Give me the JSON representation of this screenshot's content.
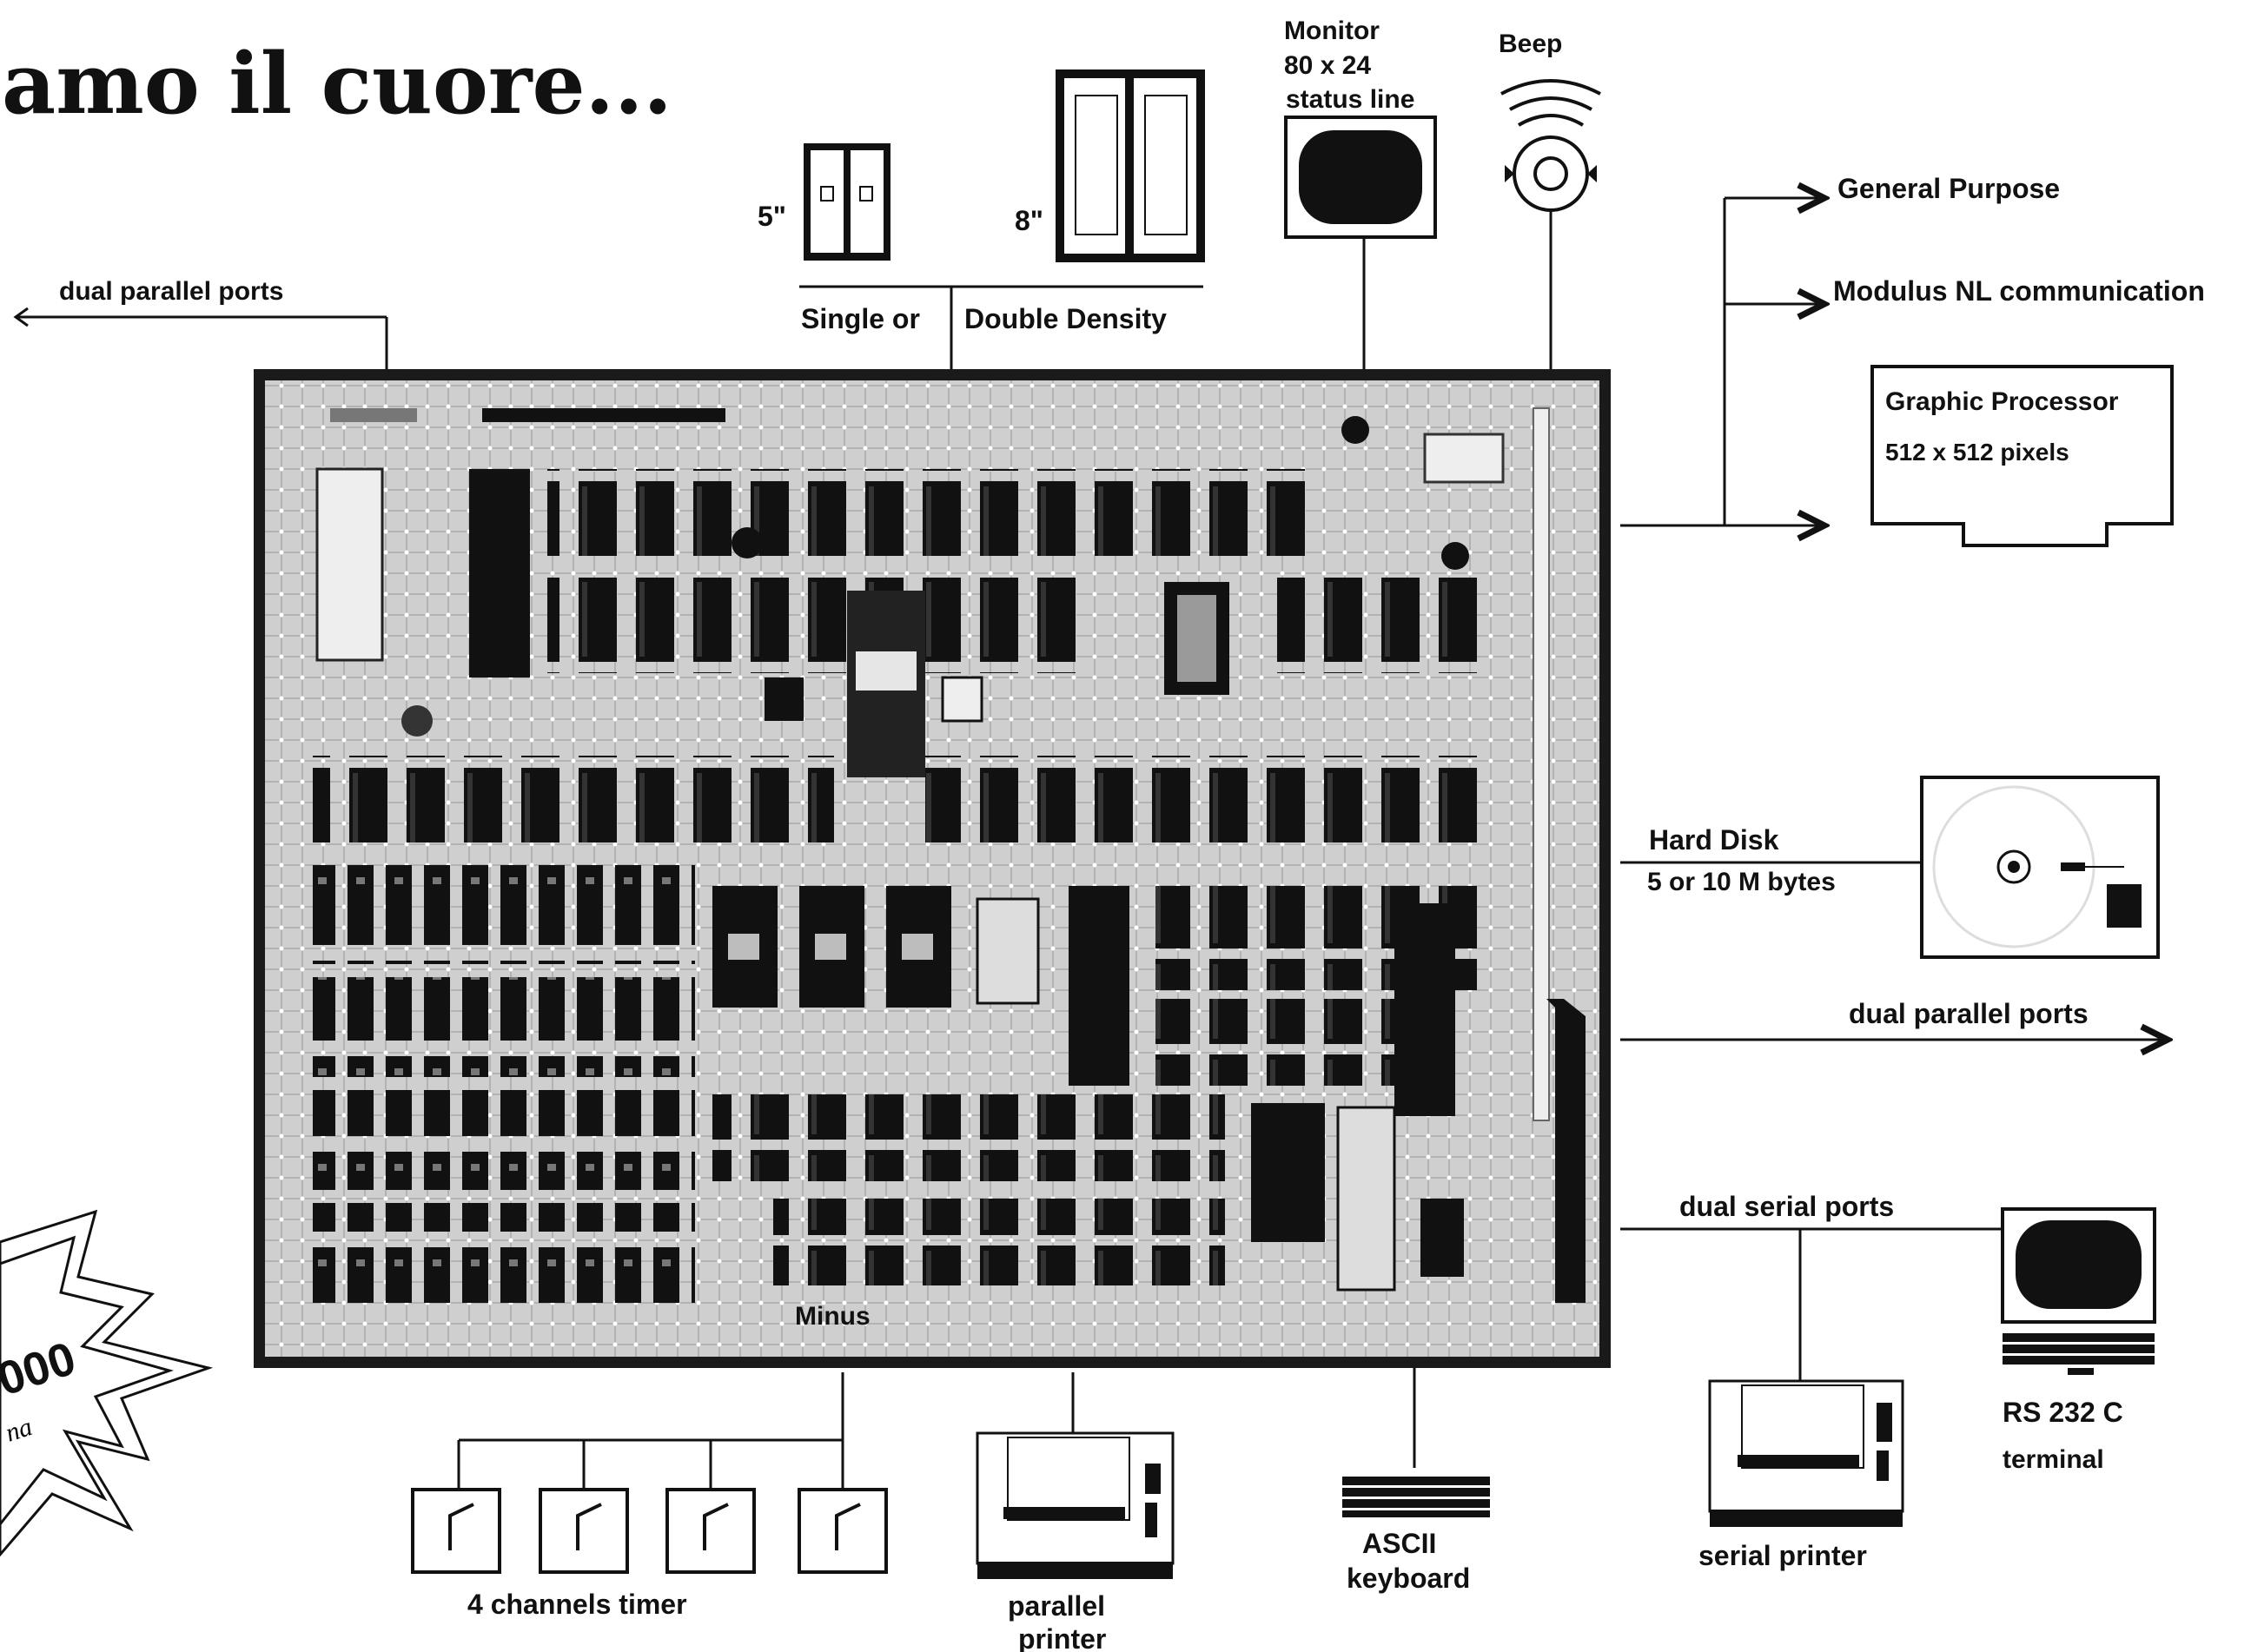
{
  "headline": "amo il cuore...",
  "badge": {
    "number": "000",
    "word": "na"
  },
  "board": {
    "name": "Minus"
  },
  "labels": {
    "left_parallel": "dual parallel ports",
    "single_or": "Single or",
    "double_density": "Double Density",
    "drive5": "5\"",
    "drive8": "8\"",
    "monitor_title": "Monitor",
    "monitor_size": "80 x 24",
    "monitor_status": "status line",
    "beep": "Beep",
    "general_purpose": "General Purpose",
    "modulus": "Modulus NL communication",
    "graphic_title": "Graphic Processor",
    "graphic_res": "512 x 512 pixels",
    "hard_disk": "Hard Disk",
    "hard_disk_size": "5 or 10  M bytes",
    "right_parallel": "dual parallel ports",
    "dual_serial": "dual serial ports",
    "rs232": "RS 232 C",
    "terminal": "terminal",
    "serial_printer": "serial printer",
    "ascii": "ASCII",
    "keyboard": "keyboard",
    "parallel": "parallel",
    "printer": "printer",
    "timer": "4 channels timer"
  }
}
